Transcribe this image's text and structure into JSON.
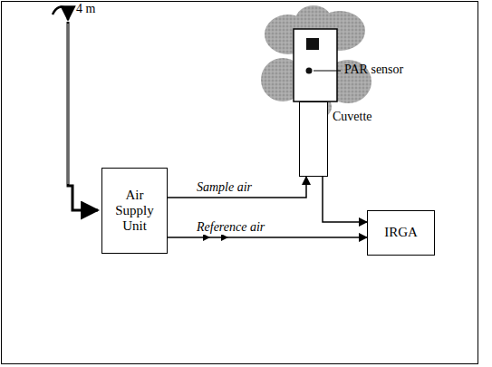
{
  "diagram": {
    "nodes": [
      {
        "text": [
          "Cuvette"
        ]
      },
      {
        "text": [
          "Air Supply Unit"
        ]
      },
      {
        "text": [
          "IRGA"
        ]
      }
    ],
    "edges": [
      {
        "from": 1,
        "to": 0,
        "arrow": "to",
        "label": "Sample air"
      },
      {
        "from": 0,
        "to": 2,
        "arrow": "to"
      },
      {
        "from": 1,
        "to": 2,
        "arrow": "to",
        "label": "Reference air"
      }
    ],
    "labels": [
      "4 m",
      "PAR sensor"
    ]
  }
}
